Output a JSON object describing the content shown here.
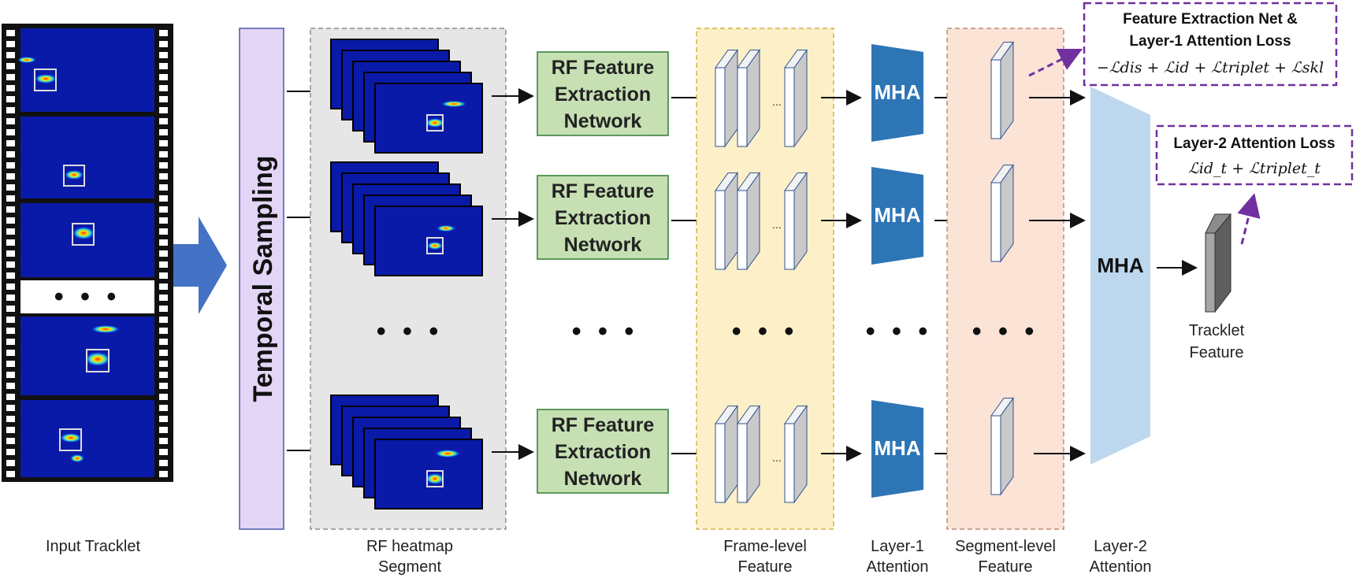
{
  "tracklet": {
    "label": "Input Tracklet",
    "ellipsis": "• • •"
  },
  "temporal_sampling": {
    "label": "Temporal Sampling"
  },
  "heatmap_segment": {
    "label_line1": "RF heatmap",
    "label_line2": "Segment",
    "ellipsis": "• • •"
  },
  "feature_net": {
    "line1": "RF Feature",
    "line2": "Extraction",
    "line3": "Network",
    "ellipsis": "• • •"
  },
  "frame_feature": {
    "label_line1": "Frame-level",
    "label_line2": "Feature",
    "inner_dots": "...",
    "ellipsis": "• • •"
  },
  "layer1": {
    "block_label": "MHA",
    "label_line1": "Layer-1",
    "label_line2": "Attention",
    "ellipsis": "• • •"
  },
  "segment_feature": {
    "label_line1": "Segment-level",
    "label_line2": "Feature",
    "ellipsis": "• • •"
  },
  "layer2": {
    "block_label": "MHA",
    "label_line1": "Layer-2",
    "label_line2": "Attention"
  },
  "tracklet_feature": {
    "label_line1": "Tracklet",
    "label_line2": "Feature"
  },
  "loss1": {
    "title_line1": "Feature Extraction Net  &",
    "title_line2": "Layer-1 Attention Loss",
    "formula": "−ℒdis + ℒid + ℒtriplet + ℒskl"
  },
  "loss2": {
    "title": "Layer-2 Attention Loss",
    "formula": "ℒid_t + ℒtriplet_t"
  },
  "colors": {
    "heatmap_blue": "#0a1aa8",
    "feature_net_fill": "#c6e0b4",
    "feature_net_border": "#2e7d32",
    "temporal_fill": "#e3d5f5",
    "temporal_border": "#4a5aa8",
    "heatmap_bg": "#e6e6e6",
    "frame_bg": "#fdf0c8",
    "segment_bg": "#fbe3d6",
    "mha1": "#2e75b6",
    "mha2": "#bdd7ee",
    "loss_border": "#7030a0",
    "arrow_big": "#4472c4"
  }
}
